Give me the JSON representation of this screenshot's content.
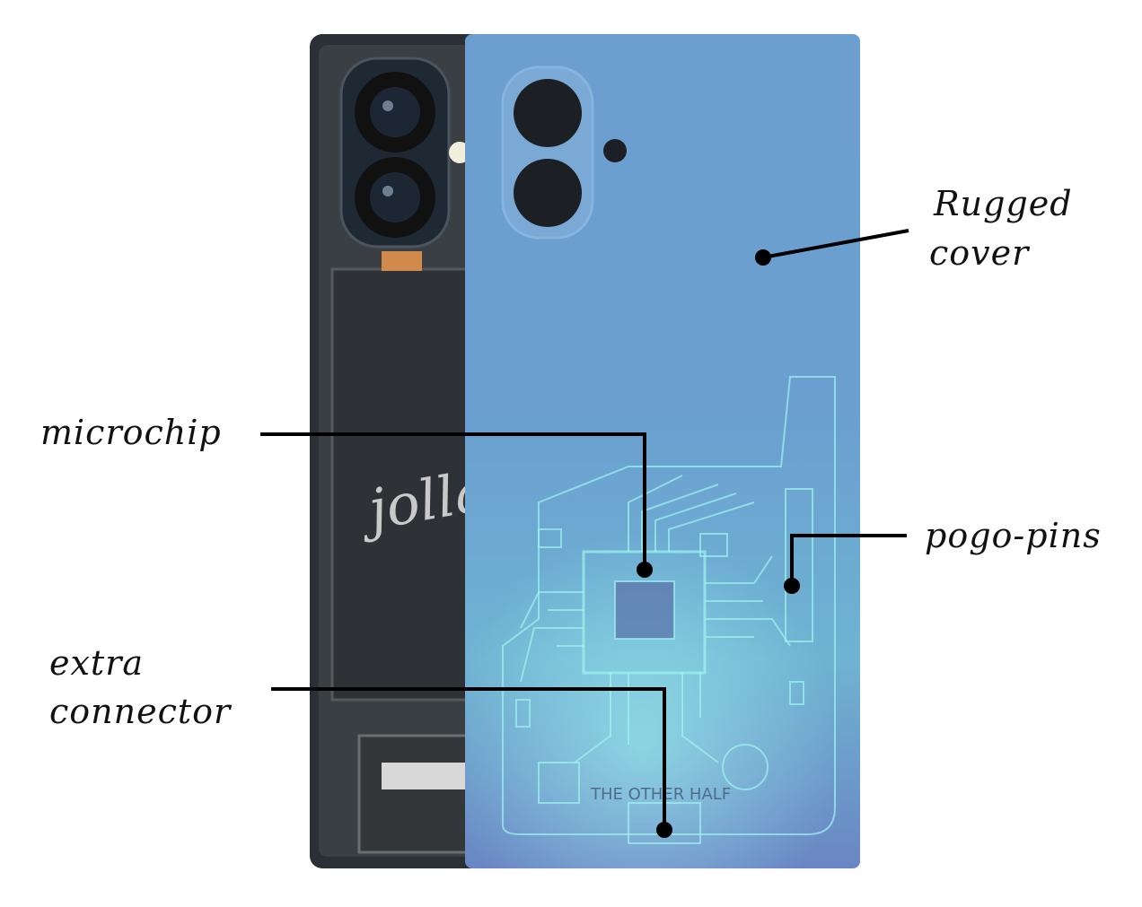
{
  "annotations": {
    "rugged_cover": {
      "line1": "Rugged",
      "line2": "cover"
    },
    "microchip": "microchip",
    "pogo_pins": "pogo-pins",
    "extra_connector": {
      "line1": "extra",
      "line2": "connector"
    }
  },
  "phone": {
    "logo": "jolla"
  },
  "cover": {
    "imprint": "THE OTHER HALF"
  },
  "colors": {
    "cover_top": "#6c9fd0",
    "cover_bottom": "#7fc6d6",
    "phone_body": "#2b3036",
    "circuit_glow": "#8ff0ee",
    "leader": "#000000"
  }
}
